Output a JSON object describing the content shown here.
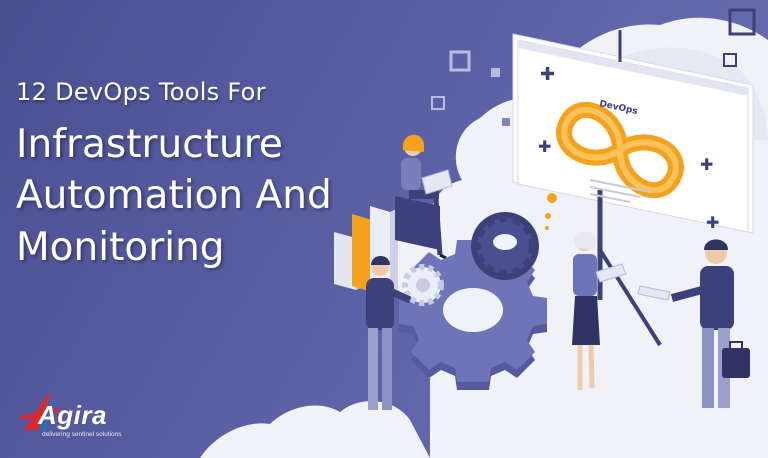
{
  "headline": {
    "line_small": "12 DevOps Tools For",
    "line_1": "Infrastructure",
    "line_2": "Automation And",
    "line_3": "Monitoring"
  },
  "board": {
    "label": "DevOps"
  },
  "logo": {
    "name": "Agira",
    "tagline": "delivering sentinel solutions"
  },
  "colors": {
    "background": "#5a5fa3",
    "cloud": "#f1f2f8",
    "accent_orange": "#f4a21e",
    "figure_navy": "#3c417a",
    "logo_red": "#d9282f"
  },
  "icons": [
    "infinity-icon",
    "gear-icon",
    "laptop-icon",
    "bar-chart-icon",
    "briefcase-icon",
    "plus-icon",
    "square-outline-icon"
  ]
}
